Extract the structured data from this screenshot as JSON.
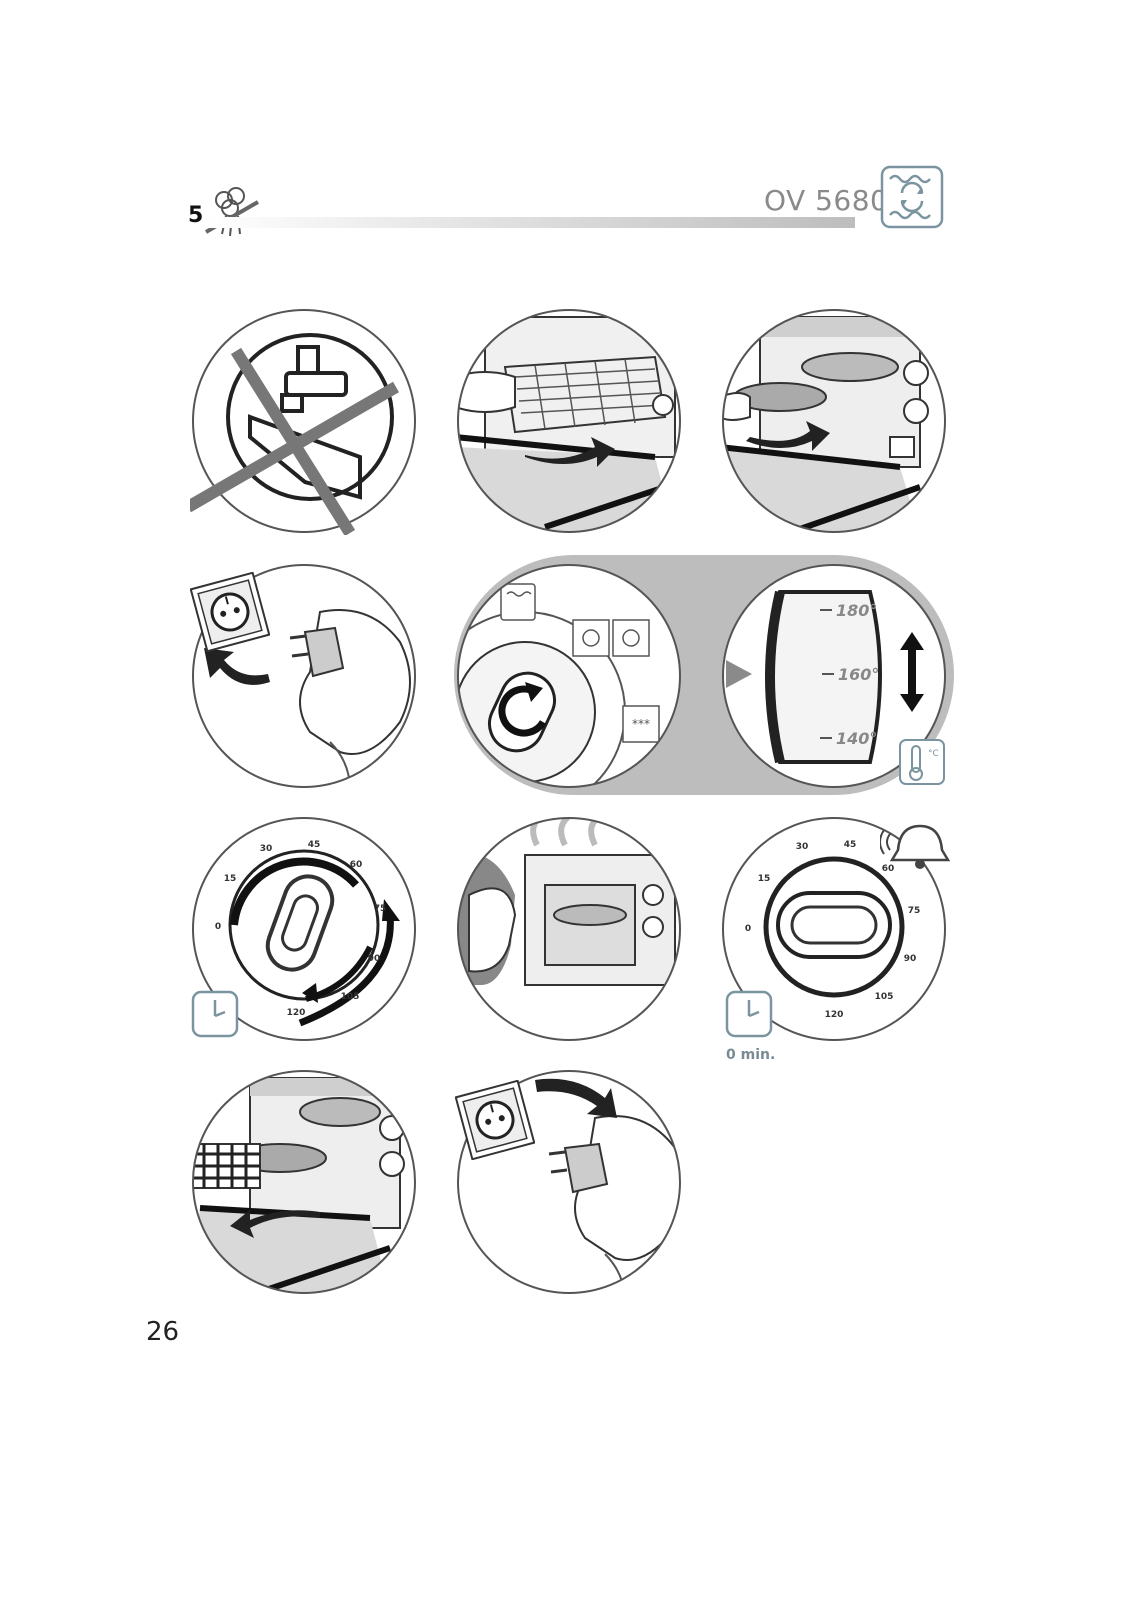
{
  "header": {
    "step_number": "5",
    "model": "OV 5680",
    "steam_icon": "steam-crossed-icon",
    "mode_icon": "convection-mode-icon"
  },
  "dial_right": {
    "t180": "180°",
    "t160": "160°",
    "t140": "140°",
    "unit": "°C"
  },
  "timer_left": {
    "ticks": [
      "0",
      "15",
      "30",
      "45",
      "60",
      "75",
      "90",
      "105",
      "120"
    ]
  },
  "timer_right": {
    "ticks": [
      "0",
      "15",
      "30",
      "45",
      "60",
      "75",
      "90",
      "105",
      "120"
    ],
    "end_label": "0 min."
  },
  "mode_badge": "***",
  "page_number": "26",
  "icons": {
    "no_water": "no-water-tap-icon",
    "rack_insert": "rack-insert-icon",
    "dish_insert": "dish-insert-icon",
    "plug_in": "plug-in-icon",
    "mode_select": "mode-selector-icon",
    "temp_select": "temperature-selector-icon",
    "timer_set": "timer-set-icon",
    "watch_oven": "watch-oven-icon",
    "timer_end": "timer-end-bell-icon",
    "remove_dish": "remove-dish-icon",
    "unplug": "unplug-icon",
    "clock": "clock-icon",
    "thermometer": "thermometer-icon"
  }
}
